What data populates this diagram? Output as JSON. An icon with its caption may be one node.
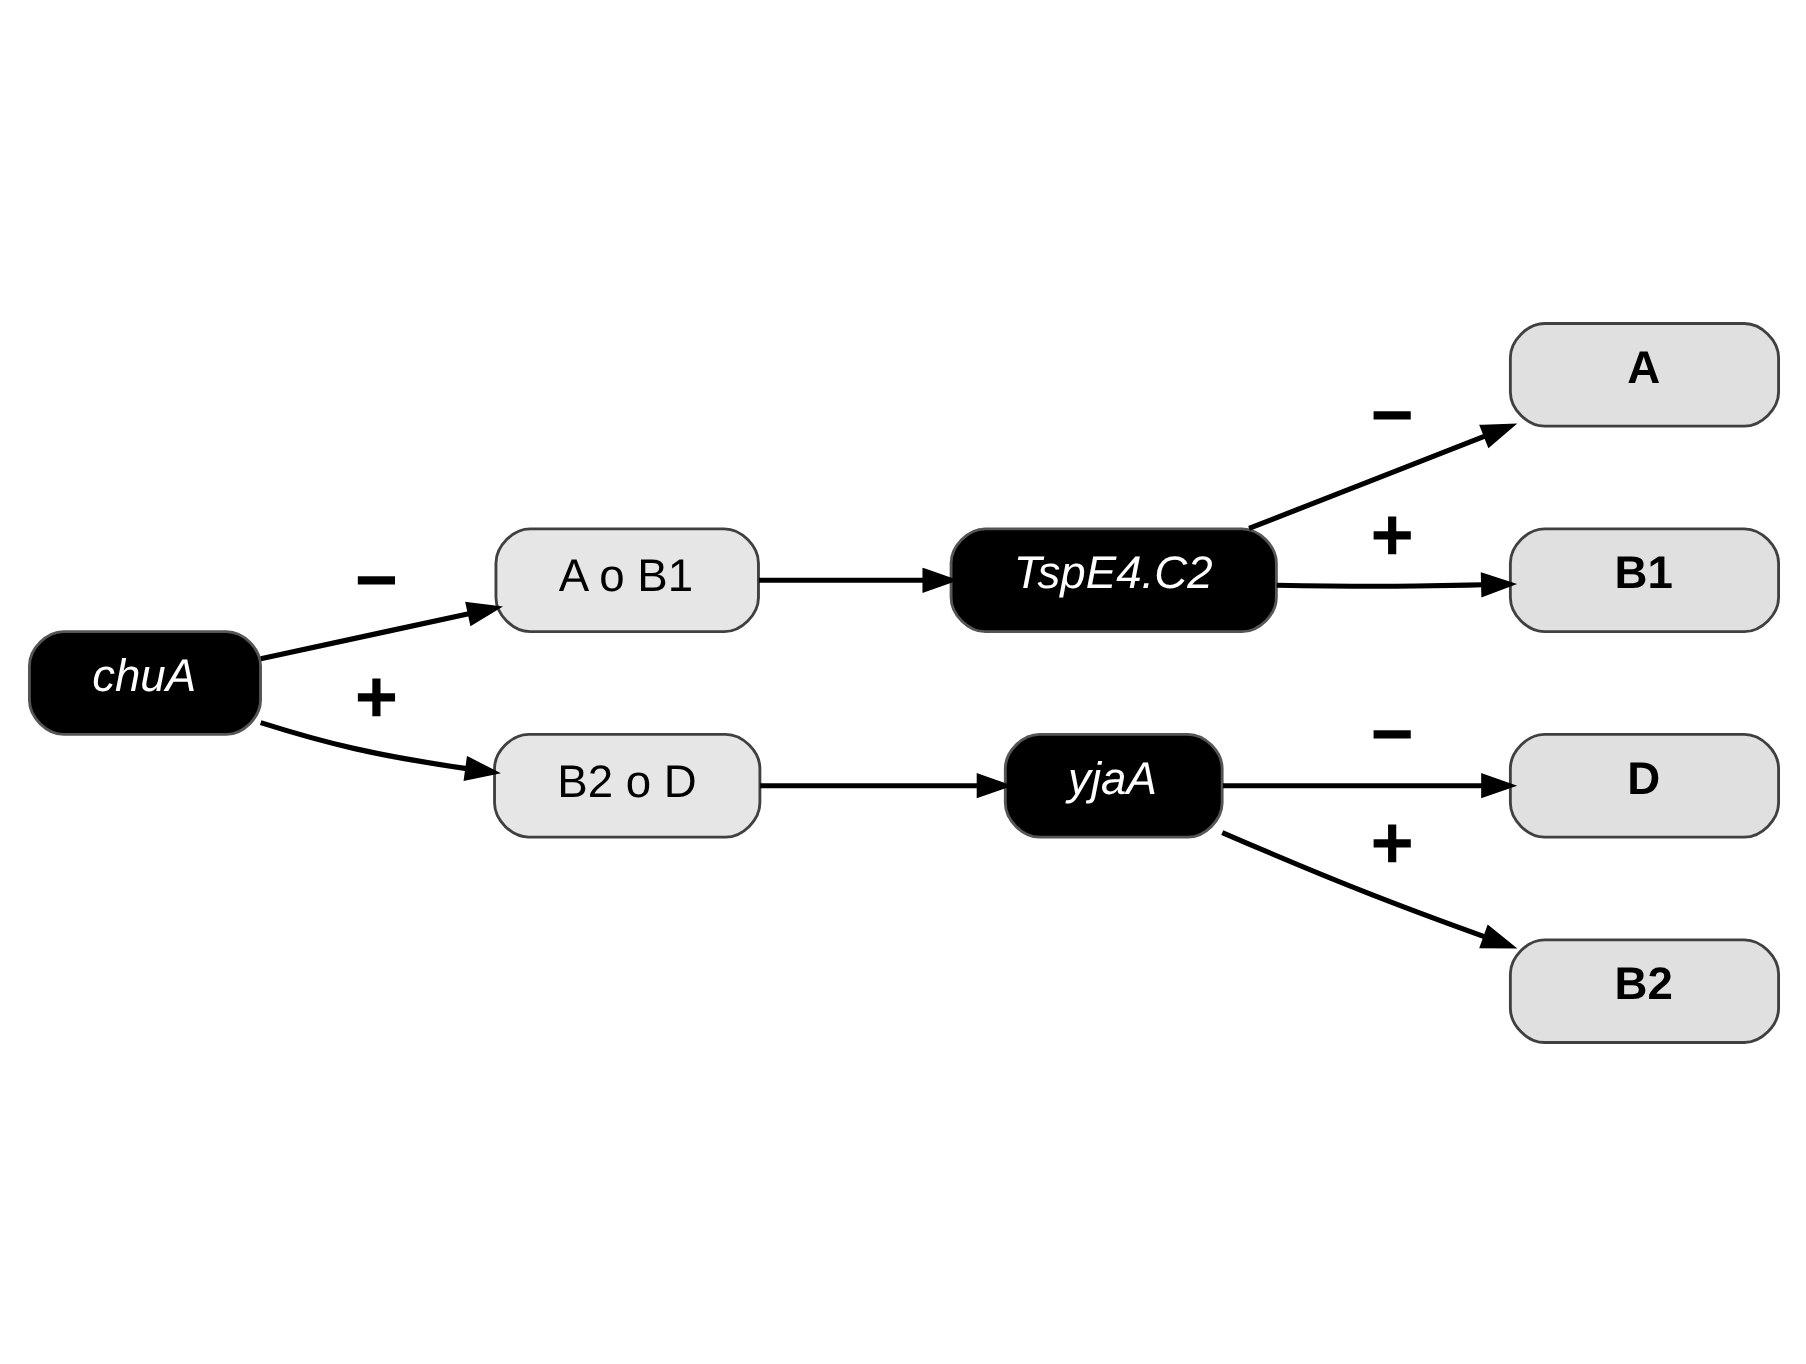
{
  "diagram": {
    "nodes": [
      {
        "text": [
          "chuA"
        ]
      },
      {
        "text": [
          "A o B1"
        ]
      },
      {
        "text": [
          "TspE4.C2"
        ]
      },
      {
        "text": [
          "A"
        ]
      },
      {
        "text": [
          "B1"
        ]
      },
      {
        "text": [
          "B2 o D"
        ]
      },
      {
        "text": [
          "yjaA"
        ]
      },
      {
        "text": [
          "D"
        ]
      },
      {
        "text": [
          "B2"
        ]
      }
    ],
    "edges": [
      {
        "from": 0,
        "to": 1,
        "arrow": "to",
        "label": "−"
      },
      {
        "from": 1,
        "to": 2,
        "arrow": "to"
      },
      {
        "from": 2,
        "to": 3,
        "arrow": "to",
        "label": "−"
      },
      {
        "from": 2,
        "to": 4,
        "arrow": "to",
        "label": "+"
      },
      {
        "from": 0,
        "to": 5,
        "arrow": "to",
        "label": "+"
      },
      {
        "from": 5,
        "to": 6,
        "arrow": "to"
      },
      {
        "from": 6,
        "to": 7,
        "arrow": "to",
        "label": "−"
      },
      {
        "from": 6,
        "to": 8,
        "arrow": "to",
        "label": "+"
      }
    ]
  }
}
